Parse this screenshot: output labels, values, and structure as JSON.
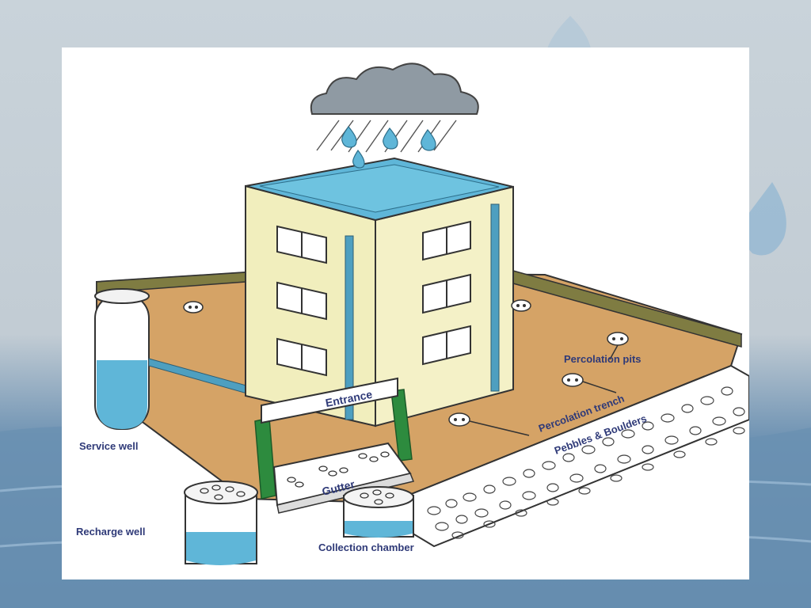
{
  "diagram": {
    "labels": {
      "entrance": "Entrance",
      "gutter": "Gutter",
      "service_well": "Service well",
      "recharge_well": "Recharge well",
      "collection_chamber": "Collection chamber",
      "percolation_pits": "Percolation pits",
      "percolation_trench": "Percolation trench",
      "pebbles_boulders": "Pebbles & Boulders"
    },
    "colors": {
      "water": "#5fb6d8",
      "ground": "#d5a366",
      "building": "#f1eebd",
      "pipe": "#4e9fc0",
      "pillar": "#2d8b3e",
      "cloud": "#8f9aa3",
      "label": "#2f3a78"
    },
    "icons": [
      "rain-cloud-icon",
      "raindrop-icon"
    ]
  }
}
